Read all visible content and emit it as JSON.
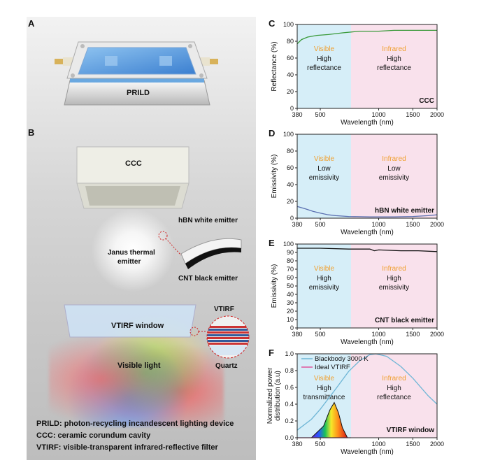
{
  "left": {
    "panel_a": "A",
    "panel_b": "B",
    "prild_label": "PRILD",
    "ccc_label": "CCC",
    "hbn_label": "hBN white emitter",
    "janus_label_1": "Janus thermal",
    "janus_label_2": "emitter",
    "cnt_label": "CNT black emitter",
    "vtirf_label": "VTIRF",
    "vtirf_window_label": "VTIRF window",
    "visible_light_label": "Visible light",
    "quartz_label": "Quartz",
    "legend": [
      "PRILD: photon-recycling incandescent lighting device",
      "CCC: ceramic  corundum  cavity",
      "VTIRF: visible-transparent infrared-reflective filter"
    ]
  },
  "colors": {
    "visible_band": "#d6eef8",
    "infrared_band": "#f9e1ec",
    "orange_text": "#f0a030",
    "green_line": "#3a9a3a",
    "blue_line": "#5a6fb0",
    "black_line": "#111111",
    "blackbody_line": "#6fb6d6",
    "ideal_line": "#e0559a"
  },
  "chart_data": [
    {
      "panel": "C",
      "type": "line",
      "xlabel": "Wavelength (nm)",
      "ylabel": "Reflectance (%)",
      "xticks": [
        "380",
        "500",
        "1000",
        "1500",
        "2000"
      ],
      "yticks": [
        "0",
        "20",
        "40",
        "60",
        "80",
        "100"
      ],
      "ylim": [
        0,
        100
      ],
      "xlim": [
        380,
        2000
      ],
      "xscale": "log",
      "visible_title": "Visible",
      "visible_sub": [
        "High",
        "reflectance"
      ],
      "ir_title": "Infrared",
      "ir_sub": [
        "High",
        "reflectance"
      ],
      "tag": "CCC",
      "series": [
        {
          "x": [
            380,
            400,
            430,
            480,
            550,
            650,
            720,
            800,
            900,
            1000,
            1200,
            1500,
            1800,
            2000
          ],
          "values": [
            77,
            82,
            85,
            87,
            88,
            90,
            91,
            92,
            92,
            92,
            93,
            93,
            93,
            93
          ]
        }
      ]
    },
    {
      "panel": "D",
      "type": "line",
      "xlabel": "Wavelength (nm)",
      "ylabel": "Emissivity (%)",
      "xticks": [
        "380",
        "500",
        "1000",
        "1500",
        "2000"
      ],
      "yticks": [
        "0",
        "20",
        "40",
        "60",
        "80",
        "100"
      ],
      "ylim": [
        0,
        100
      ],
      "xlim": [
        380,
        2000
      ],
      "xscale": "log",
      "visible_title": "Visible",
      "visible_sub": [
        "Low",
        "emissivity"
      ],
      "ir_title": "Infrared",
      "ir_sub": [
        "Low",
        "emissivity"
      ],
      "tag": "hBN white emitter",
      "series": [
        {
          "x": [
            380,
            420,
            460,
            500,
            550,
            600,
            700,
            900,
            1200,
            1500,
            1800,
            2000
          ],
          "values": [
            14,
            11,
            8,
            6,
            4,
            3,
            2,
            1.5,
            1.5,
            2,
            3,
            4
          ]
        }
      ]
    },
    {
      "panel": "E",
      "type": "line",
      "xlabel": "Wavelength (nm)",
      "ylabel": "Emissivity (%)",
      "xticks": [
        "380",
        "500",
        "1000",
        "1500",
        "2000"
      ],
      "yticks": [
        "0",
        "10",
        "20",
        "30",
        "40",
        "50",
        "60",
        "70",
        "80",
        "90",
        "100"
      ],
      "ylim": [
        0,
        100
      ],
      "xlim": [
        380,
        2000
      ],
      "xscale": "log",
      "visible_title": "Visible",
      "visible_sub": [
        "High",
        "emissivity"
      ],
      "ir_title": "Infrared",
      "ir_sub": [
        "High",
        "emissivity"
      ],
      "tag": "CNT black emitter",
      "series": [
        {
          "x": [
            380,
            500,
            700,
            900,
            950,
            1000,
            1300,
            1600,
            2000
          ],
          "values": [
            95,
            95,
            94,
            94,
            92,
            93,
            92,
            92,
            91
          ]
        }
      ]
    },
    {
      "panel": "F",
      "type": "line",
      "xlabel": "Wavelength (nm)",
      "ylabel_1": "Normalized power",
      "ylabel_2": "distribution (a.u)",
      "xticks": [
        "380",
        "500",
        "1000",
        "1500",
        "2000"
      ],
      "yticks": [
        "0.0",
        "0.2",
        "0.4",
        "0.6",
        "0.8",
        "1.0"
      ],
      "ylim": [
        0,
        1
      ],
      "xlim": [
        380,
        2000
      ],
      "xscale": "log",
      "visible_title": "Visible",
      "visible_sub": [
        "High",
        "transmittance"
      ],
      "ir_title": "Infrared",
      "ir_sub": [
        "High",
        "reflectance"
      ],
      "tag": "VTIRF window",
      "legend": [
        "Blackbody 3000 K",
        "Ideal VTIRF"
      ],
      "series": [
        {
          "name": "Blackbody 3000 K",
          "x": [
            380,
            450,
            500,
            600,
            700,
            800,
            900,
            966,
            1100,
            1300,
            1500,
            1800,
            2000
          ],
          "values": [
            0.09,
            0.22,
            0.34,
            0.58,
            0.79,
            0.92,
            0.99,
            1.0,
            0.97,
            0.85,
            0.71,
            0.5,
            0.4
          ]
        },
        {
          "name": "Ideal VTIRF",
          "x": [
            380,
            720
          ],
          "values": [
            0,
            0
          ]
        }
      ],
      "visible_spectrum": {
        "x": [
          450,
          520,
          560,
          590,
          620,
          650,
          690
        ],
        "values": [
          0.0,
          0.14,
          0.33,
          0.42,
          0.3,
          0.12,
          0.0
        ]
      }
    }
  ]
}
